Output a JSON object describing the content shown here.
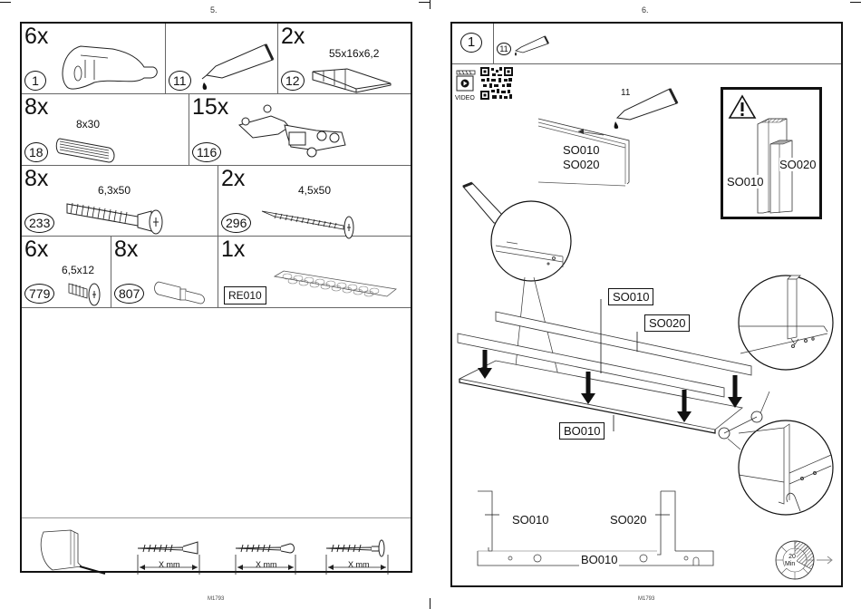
{
  "left_page": {
    "page_number": "5.",
    "footer_code": "M1793",
    "parts": [
      {
        "qty": "6x",
        "part_id": "1",
        "dimension": "",
        "icon": "cam-lock-icon"
      },
      {
        "qty": "",
        "part_id": "11",
        "dimension": "",
        "icon": "glue-tube-icon"
      },
      {
        "qty": "2x",
        "part_id": "12",
        "dimension": "55x16x6,2",
        "icon": "wedge-shim-icon"
      },
      {
        "qty": "8x",
        "part_id": "18",
        "dimension": "8x30",
        "icon": "wooden-dowel-icon"
      },
      {
        "qty": "15x",
        "part_id": "116",
        "dimension": "",
        "icon": "hinge-icon"
      },
      {
        "qty": "8x",
        "part_id": "233",
        "dimension": "6,3x50",
        "icon": "cam-bolt-icon"
      },
      {
        "qty": "2x",
        "part_id": "296",
        "dimension": "4,5x50",
        "icon": "wood-screw-icon"
      },
      {
        "qty": "6x",
        "part_id": "779",
        "dimension": "6,5x12",
        "icon": "short-screw-icon"
      },
      {
        "qty": "8x",
        "part_id": "807",
        "dimension": "",
        "icon": "shelf-pin-icon"
      },
      {
        "qty": "1x",
        "part_id": "RE010",
        "dimension": "",
        "icon": "felt-pad-sheet-icon"
      }
    ],
    "screw_guide": {
      "label": "X mm",
      "items": [
        "countersunk-screw-icon",
        "raised-head-screw-icon",
        "pan-head-screw-icon"
      ]
    }
  },
  "right_page": {
    "page_number": "6.",
    "footer_code": "M1793",
    "step": {
      "number": "1",
      "tools_part_id": "11"
    },
    "video_label": "VIDEO",
    "glue_label": "11",
    "panel_labels": {
      "side_1": "SO010",
      "side_2": "SO020",
      "bottom": "BO010"
    },
    "warning_labels": {
      "left": "SO010",
      "right": "SO020"
    },
    "timer": {
      "minutes": "20",
      "unit": "Min",
      "fraction": 0.33
    }
  }
}
